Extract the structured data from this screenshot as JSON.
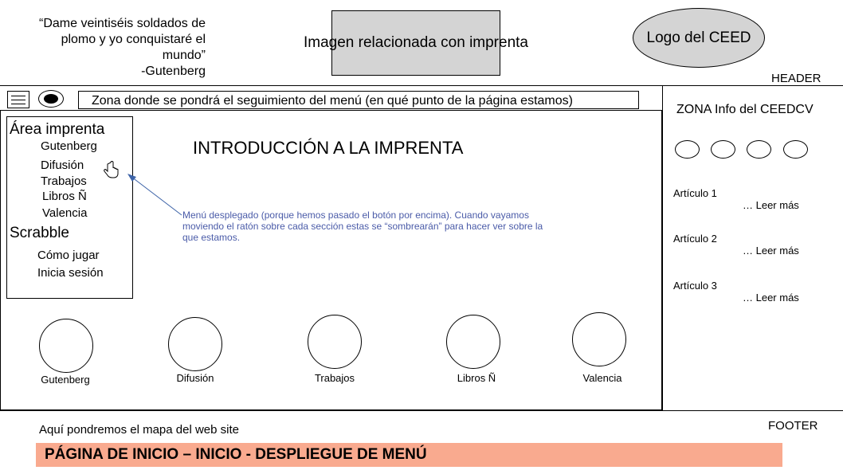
{
  "header": {
    "quote_lines": [
      "“Dame veintiséis soldados de",
      "plomo y yo conquistaré el",
      "mundo”",
      "-Gutenberg"
    ],
    "image_placeholder": "Imagen relacionada con imprenta",
    "logo": "Logo del CEED",
    "label": "HEADER"
  },
  "nav": {
    "tracking_text": "Zona donde se pondrá el seguimiento del menú (en qué punto de la página estamos)"
  },
  "dropdown": {
    "section1": "Área imprenta",
    "section1_items": [
      "Gutenberg",
      "Difusión",
      "Trabajos",
      "Libros Ñ",
      "Valencia"
    ],
    "highlighted_item": "Difusión",
    "section2": "Scrabble",
    "section2_items": [
      "Cómo jugar",
      "Inicia sesión"
    ]
  },
  "main": {
    "title": "INTRODUCCIÓN A LA IMPRENTA",
    "annotation": "Menú desplegado (porque hemos pasado el botón por encima). Cuando vayamos moviendo el ratón sobre cada sección estas se “sombrearán” para hacer ver sobre la que estamos.",
    "circles": [
      "Gutenberg",
      "Difusión",
      "Trabajos",
      "Libros Ñ",
      "Valencia"
    ]
  },
  "sidebar": {
    "title": "ZONA Info del CEEDCV",
    "articles": [
      {
        "title": "Artículo 1",
        "more": "… Leer más"
      },
      {
        "title": "Artículo 2",
        "more": "… Leer más"
      },
      {
        "title": "Artículo 3",
        "more": "… Leer más"
      }
    ]
  },
  "footer": {
    "sitemap_text": "Aquí pondremos el mapa del web site",
    "label": "FOOTER",
    "banner": "PÁGINA DE INICIO – INICIO - DESPLIEGUE DE MENÚ"
  },
  "colors": {
    "banner_bg": "#f9aa8f",
    "annotation_blue": "#4a5ba8",
    "placeholder_gray": "#d4d4d4",
    "highlight_gray": "#cfcfcf"
  }
}
